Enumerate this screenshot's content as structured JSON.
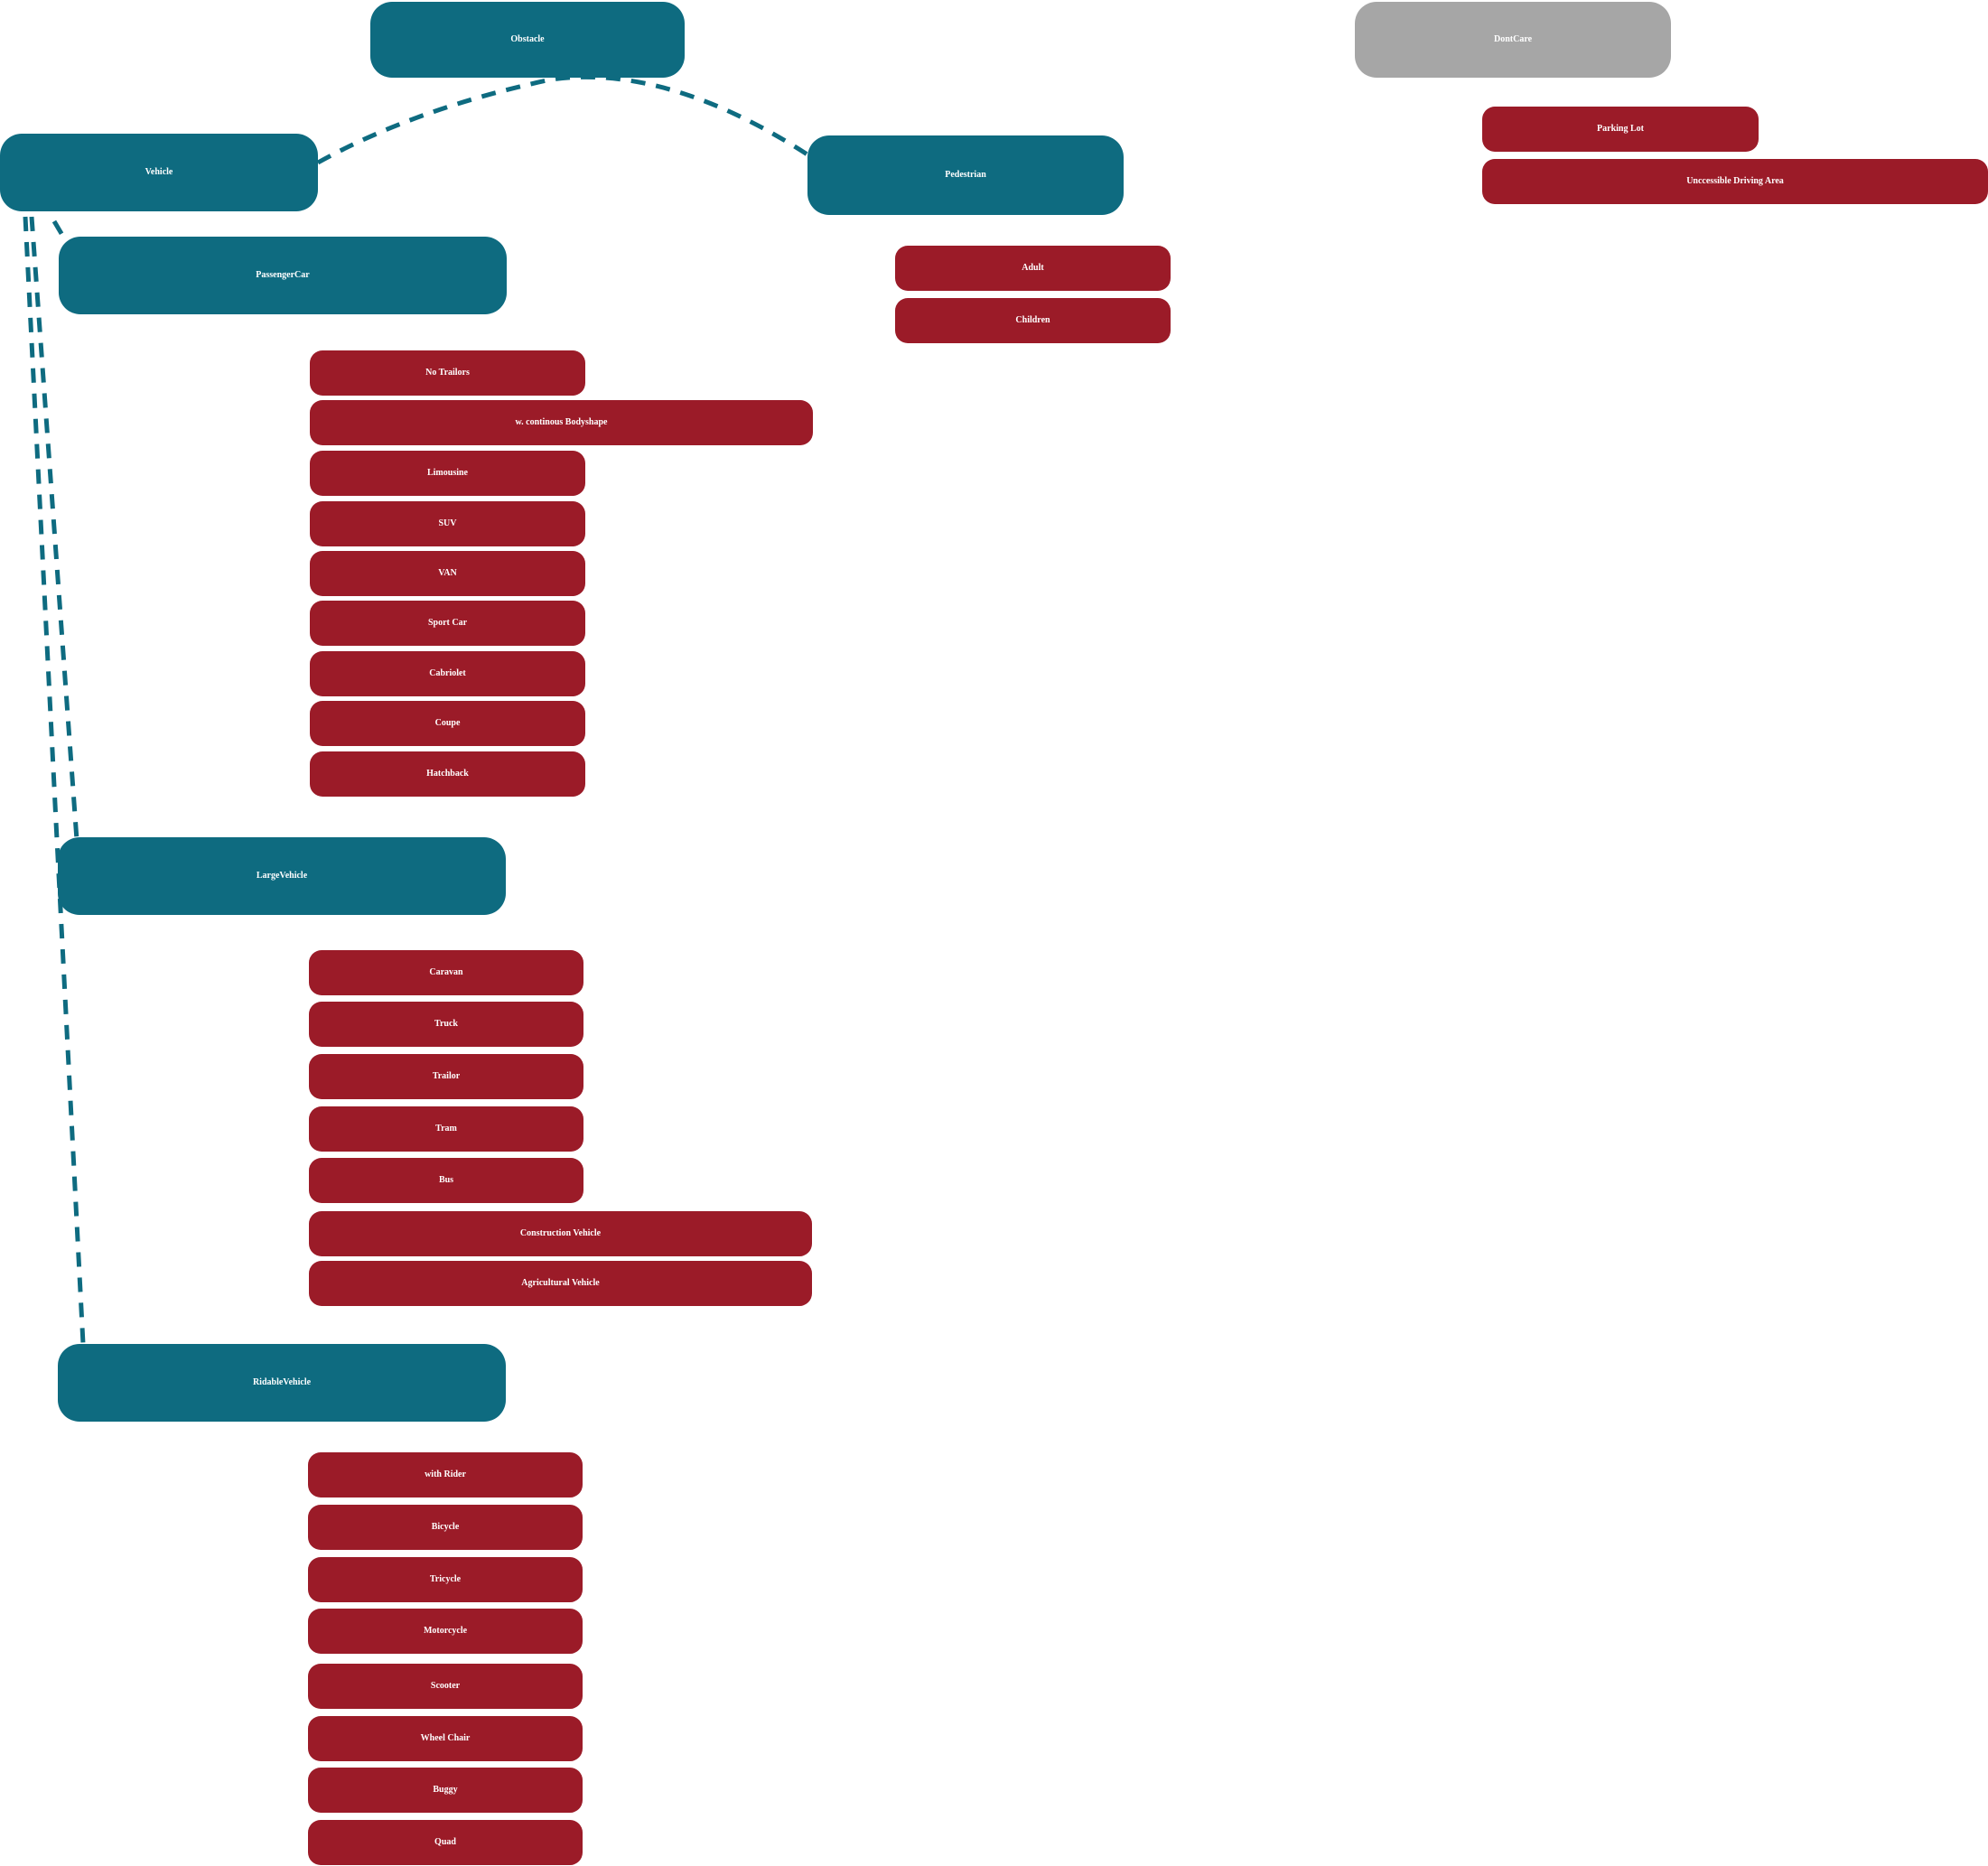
{
  "colors": {
    "category": "#0e6b80",
    "dont_care": "#a6a6a6",
    "leaf": "#9b1b28",
    "connector": "#0e6b80",
    "text": "#ffffff"
  },
  "root": "Obstacle",
  "dont_care": {
    "label": "DontCare",
    "items": [
      "Parking Lot",
      "Unccessible Driving Area"
    ]
  },
  "vehicle": {
    "label": "Vehicle",
    "passenger_car": {
      "label": "PassengerCar",
      "items": [
        "No Trailors",
        "w. continous Bodyshape",
        "Limousine",
        "SUV",
        "VAN",
        "Sport Car",
        "Cabriolet",
        "Coupe",
        "Hatchback"
      ]
    },
    "large_vehicle": {
      "label": "LargeVehicle",
      "items": [
        "Caravan",
        "Truck",
        "Trailor",
        "Tram",
        "Bus",
        "Construction Vehicle",
        "Agricultural Vehicle"
      ]
    },
    "ridable_vehicle": {
      "label": "RidableVehicle",
      "items": [
        "with Rider",
        "Bicycle",
        "Tricycle",
        "Motorcycle",
        "Scooter",
        "Wheel Chair",
        "Buggy",
        "Quad"
      ]
    }
  },
  "pedestrian": {
    "label": "Pedestrian",
    "items": [
      "Adult",
      "Children"
    ]
  }
}
